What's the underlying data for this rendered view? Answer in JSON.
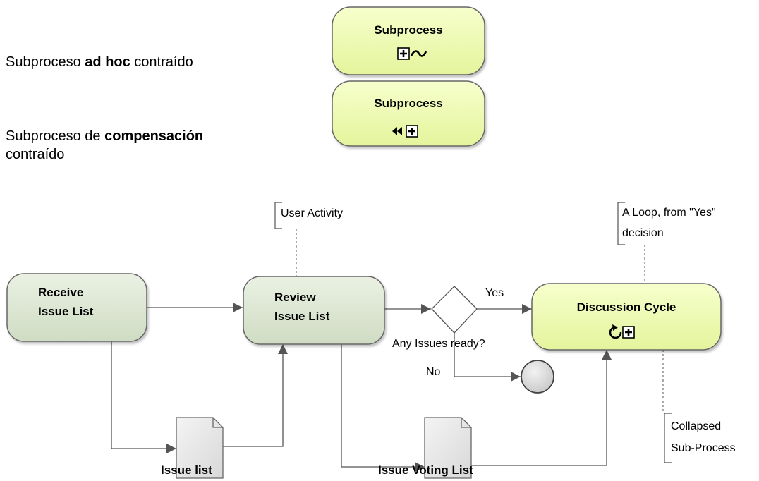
{
  "legend": {
    "adhoc": {
      "prefix": "Subproceso ",
      "bold": "ad hoc",
      "suffix": " contraído"
    },
    "compensation": {
      "prefix": "Subproceso de ",
      "bold": "compensación",
      "line2": "contraído"
    },
    "subprocess_label_1": "Subprocess",
    "subprocess_label_2": "Subprocess"
  },
  "diagram": {
    "receive_task": [
      "Receive",
      "Issue List"
    ],
    "review_task": [
      "Review",
      "Issue List"
    ],
    "discussion_subprocess": "Discussion Cycle",
    "gateway_question": "Any Issues ready?",
    "gateway_yes": "Yes",
    "gateway_no": "No",
    "doc_issue_list": "Issue list",
    "doc_voting_list": "Issue Voting List",
    "annotation_user_activity": "User Activity",
    "annotation_loop": [
      "A Loop, from \"Yes\"",
      "decision"
    ],
    "annotation_collapsed": [
      "Collapsed",
      "Sub-Process"
    ]
  },
  "colors": {
    "task_fill": "#dfe9d6",
    "subprocess_fill": "#eefcb0",
    "stroke": "#555555"
  }
}
